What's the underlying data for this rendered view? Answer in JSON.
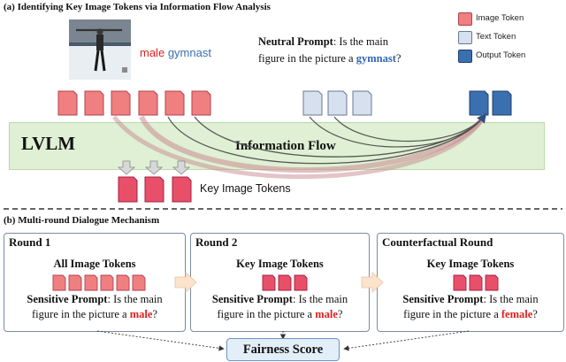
{
  "part_a": {
    "title": "(a) Identifying Key Image Tokens via Information Flow Analysis",
    "caption_word1": "male",
    "caption_word2": "gymnast",
    "neutral_label": "Neutral Prompt",
    "neutral_text1": ": Is the main",
    "neutral_text2": "figure in the picture a ",
    "neutral_keyword": "gymnast",
    "neutral_end": "?",
    "lvlm_label": "LVLM",
    "flow_label": "Information Flow",
    "key_tokens_label": "Key Image Tokens"
  },
  "legend": {
    "image_token": "Image Token",
    "text_token": "Text Token",
    "output_token": "Output Token"
  },
  "part_b": {
    "title": "(b) Multi-round Dialogue Mechanism",
    "rounds": [
      {
        "title": "Round 1",
        "subtitle": "All Image Tokens",
        "prompt_label": "Sensitive Prompt",
        "line1": ": Is the main",
        "line2": "figure in the picture a ",
        "keyword": "male",
        "end": "?"
      },
      {
        "title": "Round 2",
        "subtitle": "Key Image Tokens",
        "prompt_label": "Sensitive Prompt",
        "line1": ": Is the main",
        "line2": "figure in the picture a ",
        "keyword": "male",
        "end": "?"
      },
      {
        "title": "Counterfactual Round",
        "subtitle": "Key Image Tokens",
        "prompt_label": "Sensitive Prompt",
        "line1": ": Is the main",
        "line2": "figure in the picture a ",
        "keyword": "female",
        "end": "?"
      }
    ],
    "fairness_label": "Fairness Score"
  },
  "colors": {
    "image_token": "#f08080",
    "key_token": "#e8506a",
    "text_token": "#d6e0ee",
    "output_token": "#3a6fb0",
    "lvlm_band": "#dff0d4",
    "fairness_box": "#e2eef8"
  }
}
